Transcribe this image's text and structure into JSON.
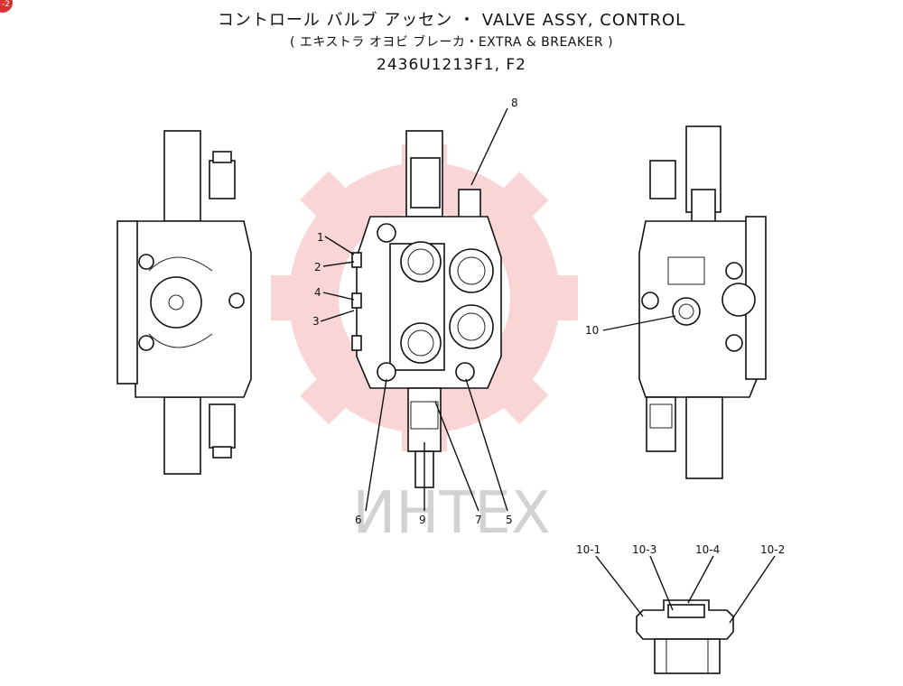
{
  "header": {
    "title_line1": "コントロール バルブ アッセン  ・  VALVE ASSY, CONTROL",
    "title_line2": "( エキストラ オヨビ ブレーカ・EXTRA & BREAKER )",
    "part_number": "2436U1213F1, F2"
  },
  "watermark": {
    "text": "ИНТЕХ",
    "color": "#e85a5a"
  },
  "callouts": [
    "1",
    "2",
    "3",
    "4",
    "5",
    "6",
    "7",
    "8",
    "9",
    "10",
    "10-1",
    "10-2",
    "10-3",
    "10-4"
  ],
  "colors": {
    "line": "#111111",
    "watermark": "#f3b0b0"
  }
}
